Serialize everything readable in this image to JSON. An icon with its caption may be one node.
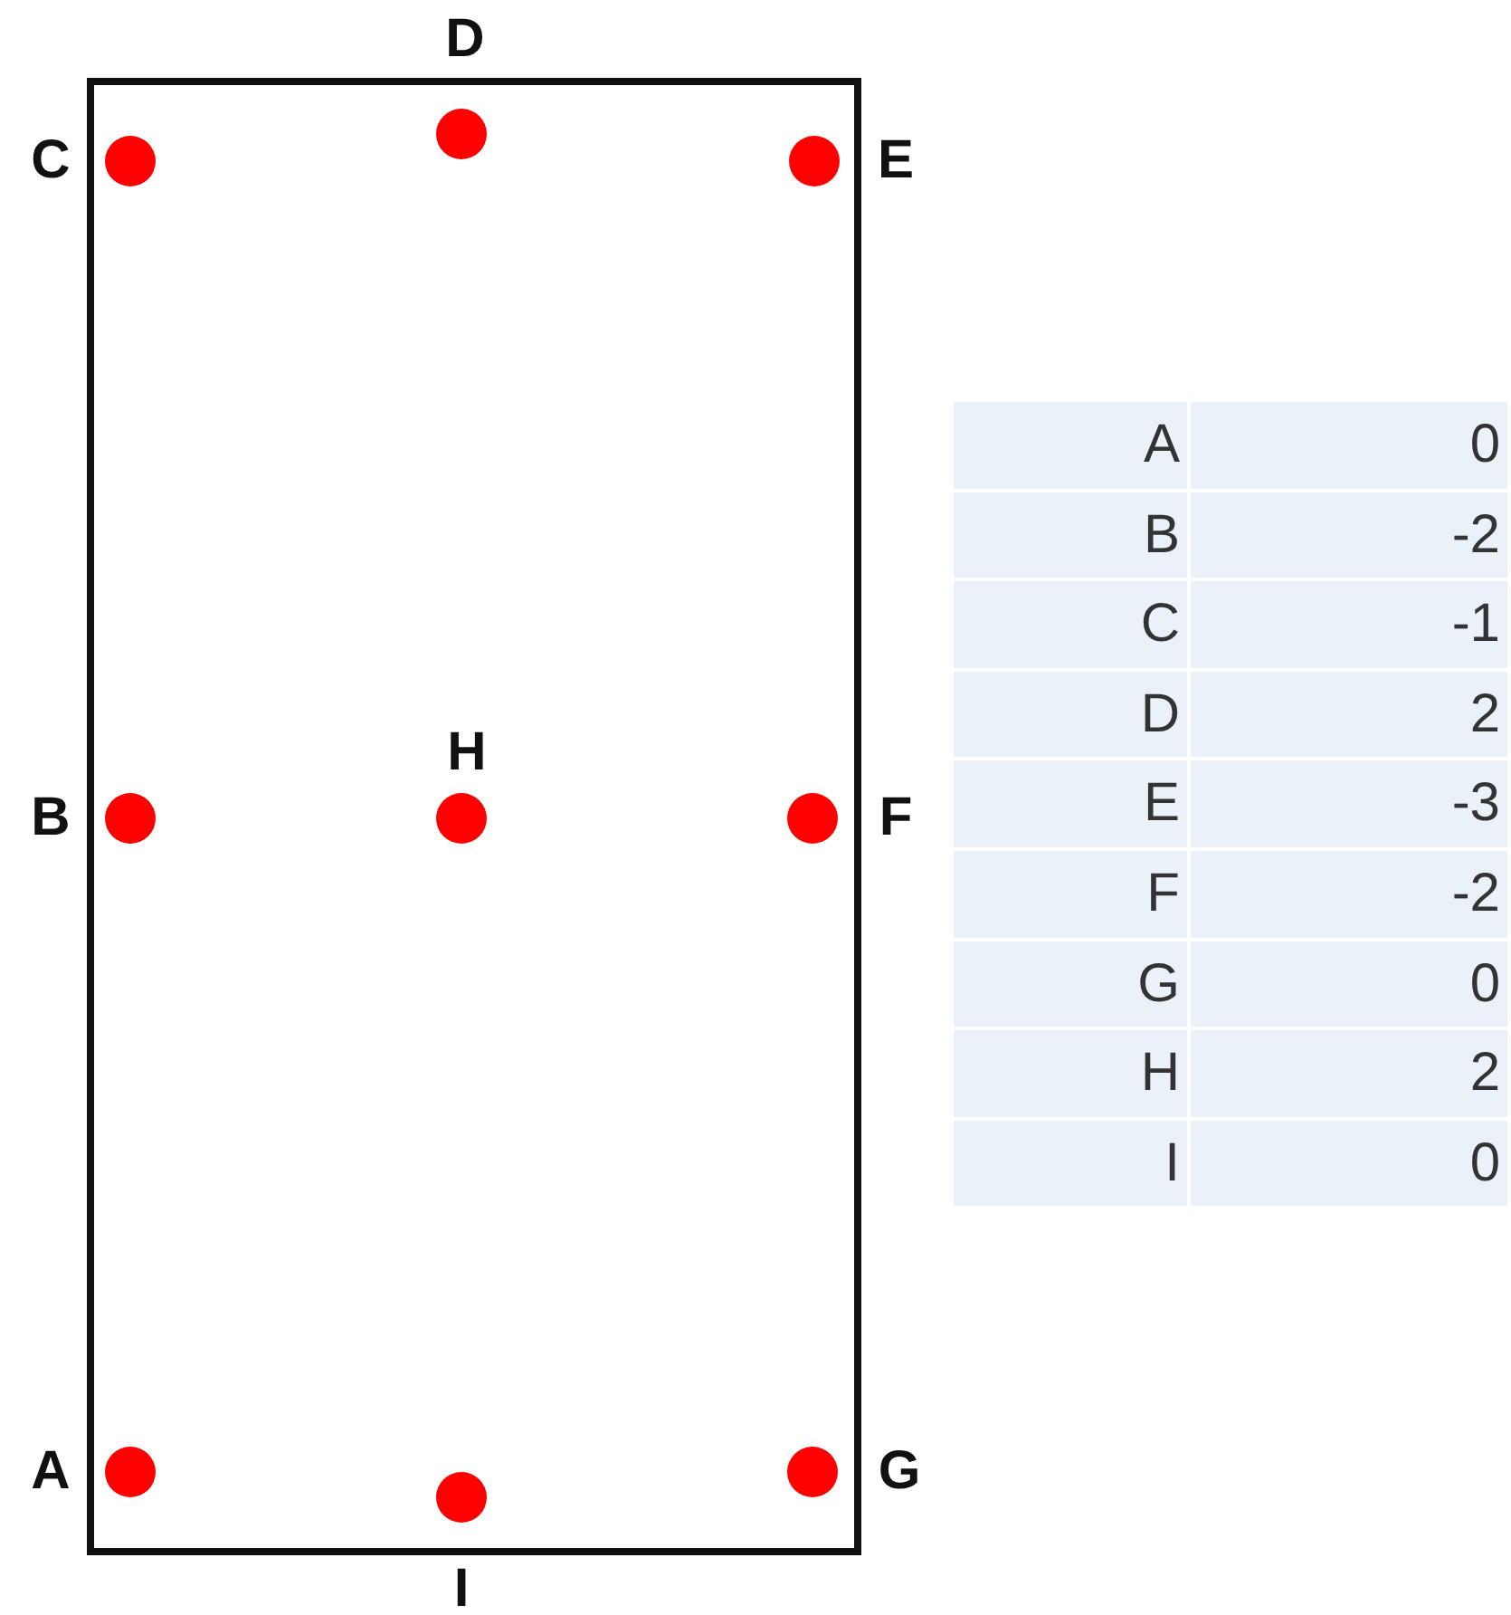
{
  "diagram": {
    "nodes": [
      {
        "text": [
          "D"
        ]
      },
      {
        "text": [
          "C"
        ]
      },
      {
        "text": [
          "E"
        ]
      },
      {
        "text": [
          "H"
        ]
      },
      {
        "text": [
          "B"
        ]
      },
      {
        "text": [
          "F"
        ]
      },
      {
        "text": [
          "A"
        ]
      },
      {
        "text": [
          "G"
        ]
      },
      {
        "text": [
          "I"
        ]
      }
    ],
    "edges": [],
    "labels": [
      "A",
      "0",
      "B",
      "-2",
      "C",
      "-1",
      "D",
      "2",
      "E",
      "-3",
      "F",
      "-2",
      "G",
      "0",
      "H",
      "2",
      "I",
      "0"
    ]
  }
}
